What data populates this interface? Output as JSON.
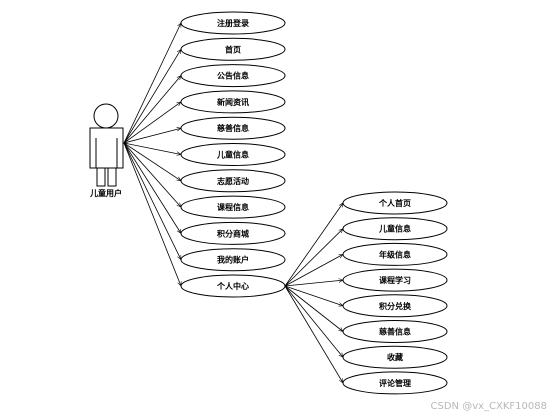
{
  "actor": {
    "label": "儿童用户"
  },
  "use_cases": [
    {
      "id": "register-login",
      "label": "注册登录"
    },
    {
      "id": "home",
      "label": "首页"
    },
    {
      "id": "announcement-info",
      "label": "公告信息"
    },
    {
      "id": "news-info",
      "label": "新闻资讯"
    },
    {
      "id": "charity-info",
      "label": "慈善信息"
    },
    {
      "id": "child-info",
      "label": "儿童信息"
    },
    {
      "id": "volunteer-activity",
      "label": "志愿活动"
    },
    {
      "id": "course-info",
      "label": "课程信息"
    },
    {
      "id": "points-mall",
      "label": "积分商城"
    },
    {
      "id": "my-account",
      "label": "我的账户"
    },
    {
      "id": "personal-center",
      "label": "个人中心"
    }
  ],
  "sub_use_cases": [
    {
      "id": "personal-home",
      "label": "个人首页"
    },
    {
      "id": "child-info-2",
      "label": "儿童信息"
    },
    {
      "id": "age-info",
      "label": "年级信息"
    },
    {
      "id": "course-study",
      "label": "课程学习"
    },
    {
      "id": "points-exchange",
      "label": "积分兑换"
    },
    {
      "id": "charity-info-2",
      "label": "慈善信息"
    },
    {
      "id": "favorites",
      "label": "收藏"
    },
    {
      "id": "comment-manage",
      "label": "评论管理"
    }
  ],
  "watermark": "CSDN @vx_CXKF10088"
}
